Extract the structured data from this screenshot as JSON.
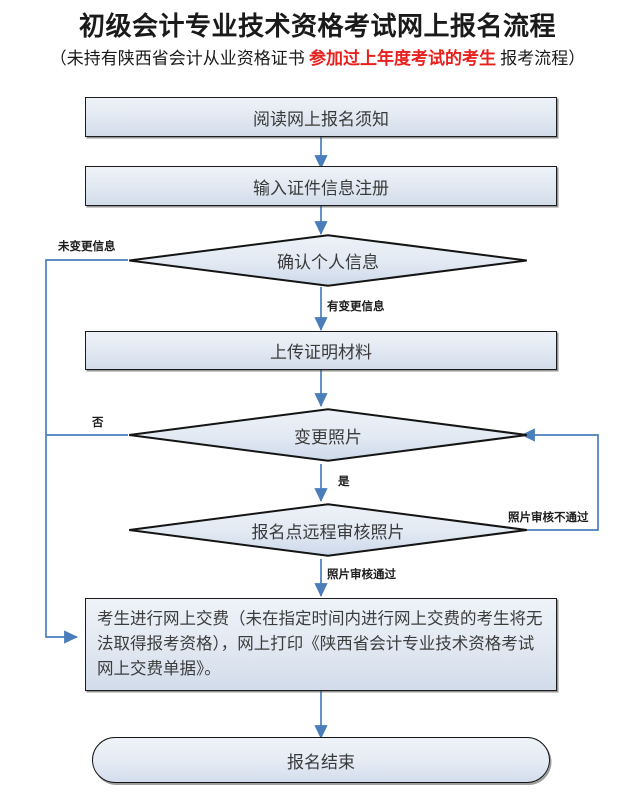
{
  "header": {
    "title": "初级会计专业技术资格考试网上报名流程",
    "subtitle_prefix": "（未持有陕西省会计从业资格证书 ",
    "subtitle_highlight": "参加过上年度考试的考生",
    "subtitle_suffix": " 报考流程）",
    "highlight_color": "#e8201e"
  },
  "flowchart": {
    "type": "flowchart",
    "colors": {
      "shape_fill_top": "#eef2f8",
      "shape_fill_bottom": "#d2dcea",
      "shape_border": "#1c1c1c",
      "connector": "#4a7ebb",
      "text": "#3a3a3a"
    },
    "nodes": [
      {
        "id": "n1",
        "shape": "process",
        "label": "阅读网上报名须知"
      },
      {
        "id": "n2",
        "shape": "process",
        "label": "输入证件信息注册"
      },
      {
        "id": "n3",
        "shape": "decision",
        "label": "确认个人信息"
      },
      {
        "id": "n4",
        "shape": "process",
        "label": "上传证明材料"
      },
      {
        "id": "n5",
        "shape": "decision",
        "label": "变更照片"
      },
      {
        "id": "n6",
        "shape": "decision",
        "label": "报名点远程审核照片"
      },
      {
        "id": "n7",
        "shape": "process",
        "label": "考生进行网上交费（未在指定时间内进行网上交费的考生将无法取得报考资格），网上打印《陕西省会计专业技术资格考试网上交费单据》。"
      },
      {
        "id": "n8",
        "shape": "terminator",
        "label": "报名结束"
      }
    ],
    "edges": [
      {
        "from": "n1",
        "to": "n2",
        "label": ""
      },
      {
        "from": "n2",
        "to": "n3",
        "label": ""
      },
      {
        "from": "n3",
        "to": "n7",
        "label": "未变更信息"
      },
      {
        "from": "n3",
        "to": "n4",
        "label": "有变更信息"
      },
      {
        "from": "n4",
        "to": "n5",
        "label": ""
      },
      {
        "from": "n5",
        "to": "n7",
        "label": "否"
      },
      {
        "from": "n5",
        "to": "n6",
        "label": "是"
      },
      {
        "from": "n6",
        "to": "n5",
        "label": "照片审核不通过"
      },
      {
        "from": "n6",
        "to": "n7",
        "label": "照片审核通过"
      },
      {
        "from": "n7",
        "to": "n8",
        "label": ""
      }
    ],
    "edge_labels": {
      "no_change": "未变更信息",
      "has_change": "有变更信息",
      "no": "否",
      "yes": "是",
      "review_fail": "照片审核不通过",
      "review_pass": "照片审核通过"
    }
  }
}
